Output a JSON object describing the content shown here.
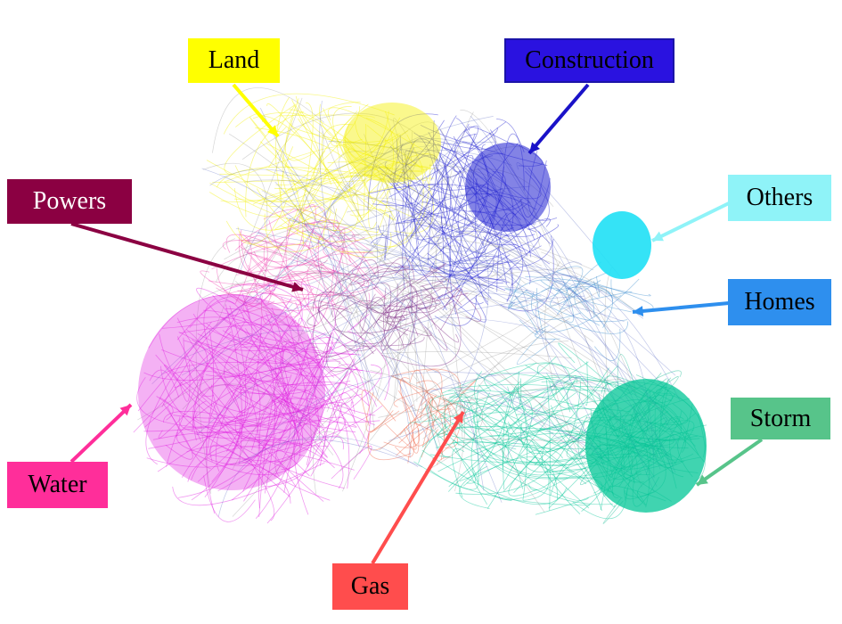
{
  "labels": {
    "land": "Land",
    "construction": "Construction",
    "powers": "Powers",
    "others": "Others",
    "homes": "Homes",
    "storm": "Storm",
    "water": "Water",
    "gas": "Gas"
  },
  "colors": {
    "land": "#ffff00",
    "construction": "#2a12e0",
    "powers": "#8b0042",
    "others": "#8ff3f8",
    "homes": "#2e8fee",
    "storm": "#57c48a",
    "water": "#ff2e9a",
    "gas": "#ff4d4d",
    "text_dark": "#000000",
    "text_light": "#ffffff",
    "water_cluster": "#e020e0",
    "storm_cluster": "#00c596",
    "construction_cluster": "#1e1ed0",
    "others_cluster": "#1fe0f5"
  }
}
